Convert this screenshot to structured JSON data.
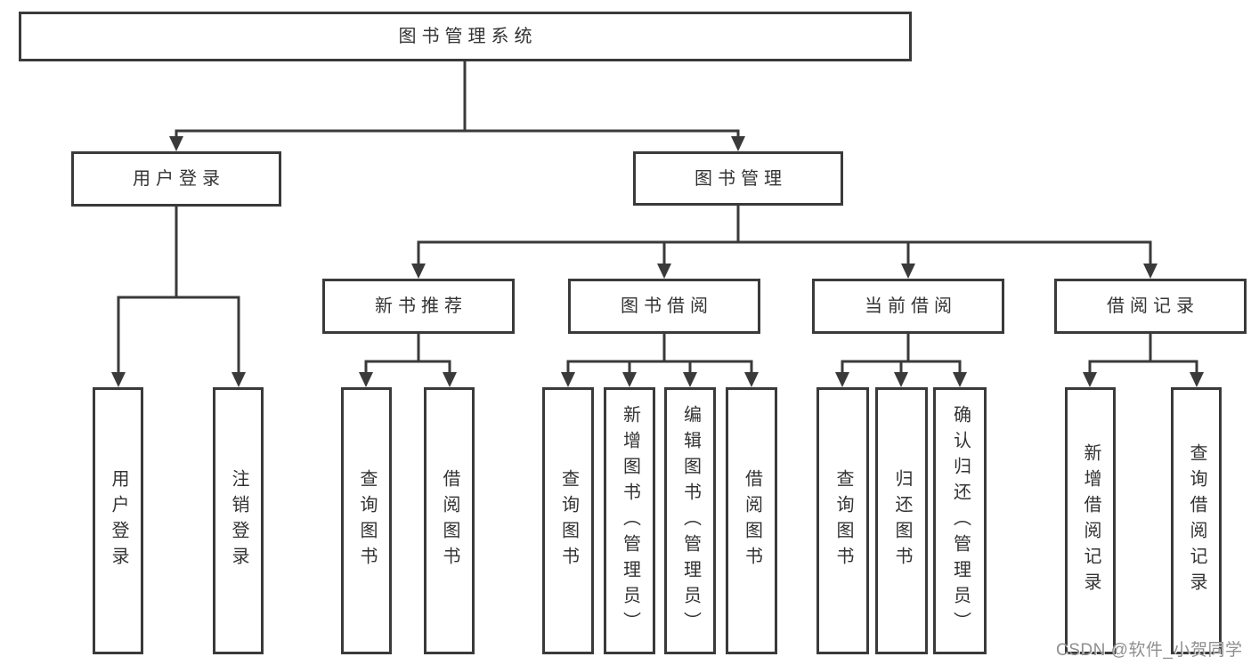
{
  "colors": {
    "line": "#3a3a3a",
    "text": "#333333",
    "background": "#ffffff",
    "watermark": "#8f8f8f"
  },
  "diagram": {
    "type": "tree",
    "root": {
      "label": "图书管理系统"
    },
    "branches": [
      {
        "label": "用户登录",
        "children": [
          {
            "label": "用户登录"
          },
          {
            "label": "注销登录"
          }
        ]
      },
      {
        "label": "图书管理",
        "children": [
          {
            "label": "新书推荐",
            "children": [
              {
                "label": "查询图书"
              },
              {
                "label": "借阅图书"
              }
            ]
          },
          {
            "label": "图书借阅",
            "children": [
              {
                "label": "查询图书"
              },
              {
                "label": "新增图书（管理员）"
              },
              {
                "label": "编辑图书（管理员）"
              },
              {
                "label": "借阅图书"
              }
            ]
          },
          {
            "label": "当前借阅",
            "children": [
              {
                "label": "查询图书"
              },
              {
                "label": "归还图书"
              },
              {
                "label": "确认归还（管理员）"
              }
            ]
          },
          {
            "label": "借阅记录",
            "children": [
              {
                "label": "新增借阅记录"
              },
              {
                "label": "查询借阅记录"
              }
            ]
          }
        ]
      }
    ]
  },
  "watermark": {
    "text": "CSDN @软件_小贺同学"
  }
}
